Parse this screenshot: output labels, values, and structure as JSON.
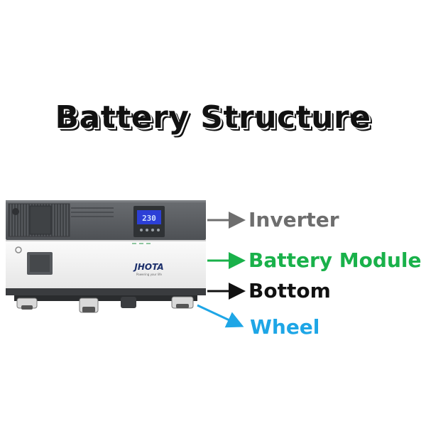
{
  "title": "Battery Structure",
  "product": {
    "brand": "JHOTA",
    "brand_tagline": "Powering your life",
    "display_readout": "230"
  },
  "labels": {
    "inverter": "Inverter",
    "battery_module": "Battery Module",
    "bottom": "Bottom",
    "wheel": "Wheel"
  },
  "colors": {
    "inverter": "#6e6e6e",
    "battery_module": "#19b14a",
    "bottom": "#111111",
    "wheel": "#1ea6e6",
    "inverter_body": "#5c5f63",
    "battery_body": "#f4f4f4",
    "display_screen": "#2c3fd6"
  }
}
